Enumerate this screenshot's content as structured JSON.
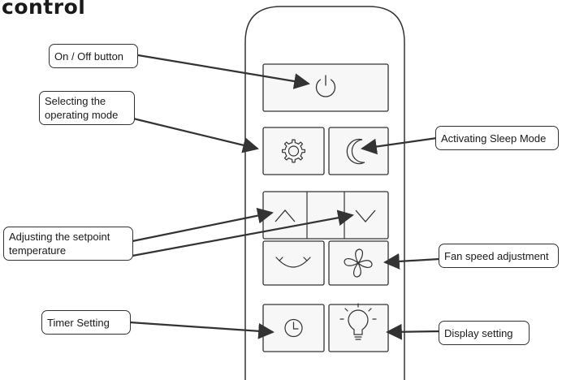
{
  "heading": "control",
  "callouts": {
    "on_off": "On / Off button",
    "mode": "Selecting the operating mode",
    "sleep": "Activating Sleep Mode",
    "setpoint": "Adjusting the setpoint temperature",
    "fan": "Fan speed adjustment",
    "timer": "Timer Setting",
    "display": "Display setting"
  },
  "colors": {
    "stroke": "#333333",
    "button_fill": "#f7f7f7",
    "body_fill": "#ffffff"
  },
  "icons": {
    "power": "power-icon",
    "mode": "gear-icon",
    "sleep": "moon-icon",
    "temp_up": "chevron-up-icon",
    "temp_down": "chevron-down-icon",
    "swing": "swing-icon",
    "fan": "fan-icon",
    "timer": "clock-icon",
    "display": "lightbulb-icon"
  }
}
